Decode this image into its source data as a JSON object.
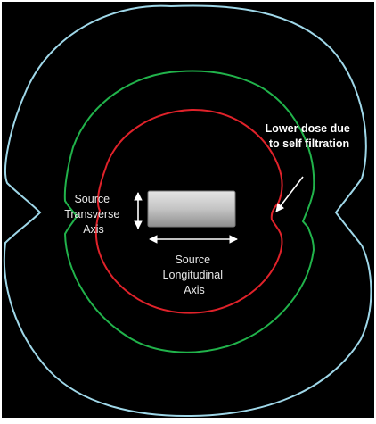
{
  "colors": {
    "background": "#000000",
    "border": "#ffffff",
    "outer_isodose": "#9fd7e8",
    "middle_isodose": "#21b34b",
    "inner_isodose": "#e0222a",
    "source": "#c8c8c8",
    "text": "#ffffff"
  },
  "labels": {
    "transverse_axis": [
      "Source",
      "Transverse",
      "Axis"
    ],
    "longitudinal_axis": [
      "Source",
      "Longitudinal",
      "Axis"
    ],
    "annotation": [
      "Lower dose due",
      "to self filtration"
    ]
  }
}
